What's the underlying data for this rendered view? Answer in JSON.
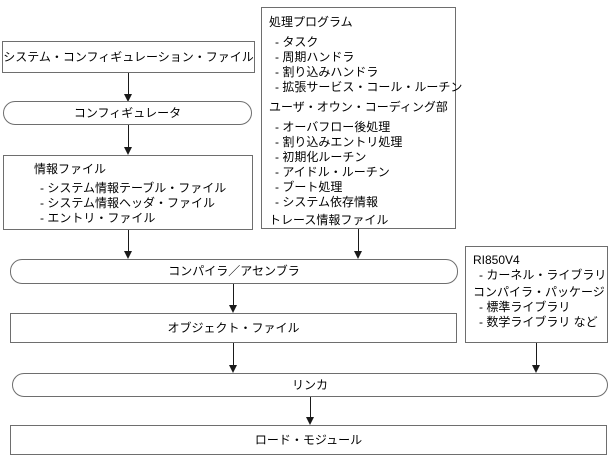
{
  "colors": {
    "background": "#ffffff",
    "border": "#6e6e6e",
    "text": "#000000",
    "arrow": "#1a1a1a"
  },
  "diagram": {
    "sysconf": {
      "label": "システム・コンフィギュレーション・ファイル"
    },
    "configurator": {
      "label": "コンフィギュレータ"
    },
    "info": {
      "title": "情報ファイル",
      "items": [
        "- システム情報テーブル・ファイル",
        "- システム情報ヘッダ・ファイル",
        "- エントリ・ファイル"
      ]
    },
    "process": {
      "title": "処理プログラム",
      "items1": [
        "- タスク",
        "- 周期ハンドラ",
        "- 割り込みハンドラ",
        "- 拡張サービス・コール・ルーチン"
      ],
      "subtitle": "ユーザ・オウン・コーディング部",
      "items2": [
        "- オーバフロー後処理",
        "- 割り込みエントリ処理",
        "- 初期化ルーチン",
        "- アイドル・ルーチン",
        "- ブート処理",
        "- システム依存情報"
      ],
      "footer": "トレース情報ファイル"
    },
    "compiler": {
      "label": "コンパイラ／アセンブラ"
    },
    "object": {
      "label": "オブジェクト・ファイル"
    },
    "library": {
      "title": "RI850V4",
      "items1": [
        "- カーネル・ライブラリ"
      ],
      "subtitle": "コンパイラ・パッケージ",
      "items2": [
        "- 標準ライブラリ",
        "- 数学ライブラリ など"
      ]
    },
    "linker": {
      "label": "リンカ"
    },
    "load_module": {
      "label": "ロード・モジュール"
    }
  }
}
